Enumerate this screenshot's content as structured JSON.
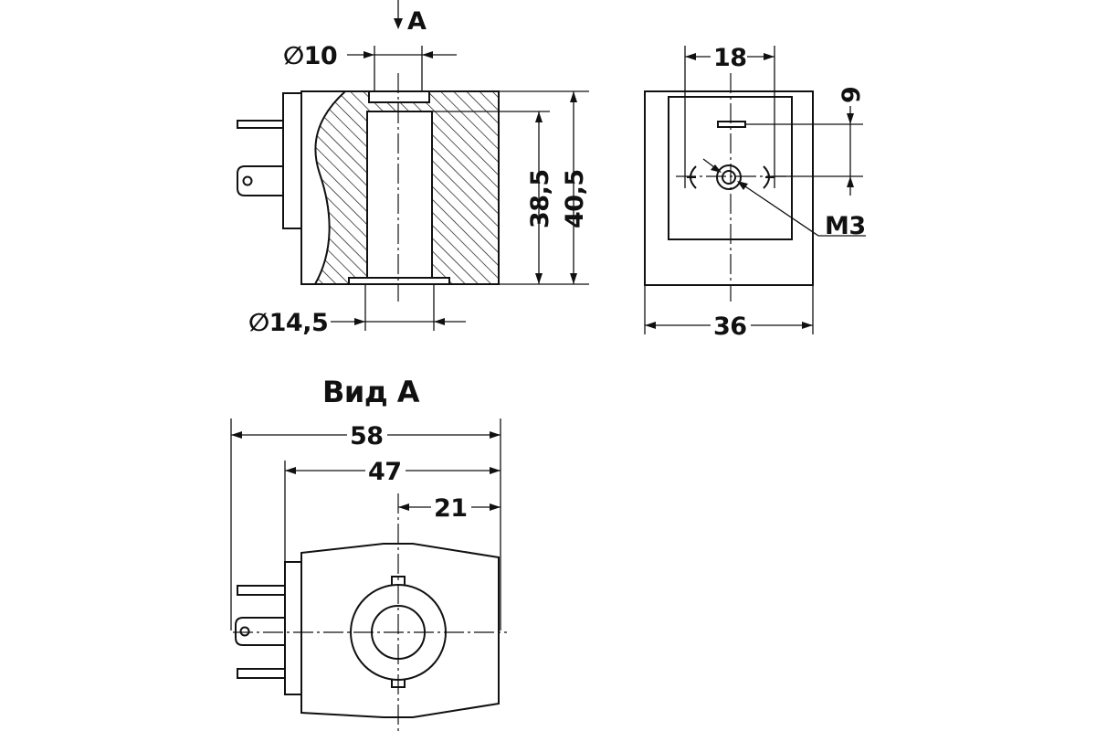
{
  "section_view": {
    "view_mark": "A",
    "bore_diameter": "∅10",
    "outer_bore_diameter": "∅14,5",
    "inner_height": "38,5",
    "total_height": "40,5"
  },
  "end_view": {
    "pin_spacing": "18",
    "pin_offset": "9",
    "thread": "M3",
    "width": "36"
  },
  "view_a": {
    "title": "Вид А",
    "total_length": "58",
    "body_length": "47",
    "half_length": "21"
  }
}
